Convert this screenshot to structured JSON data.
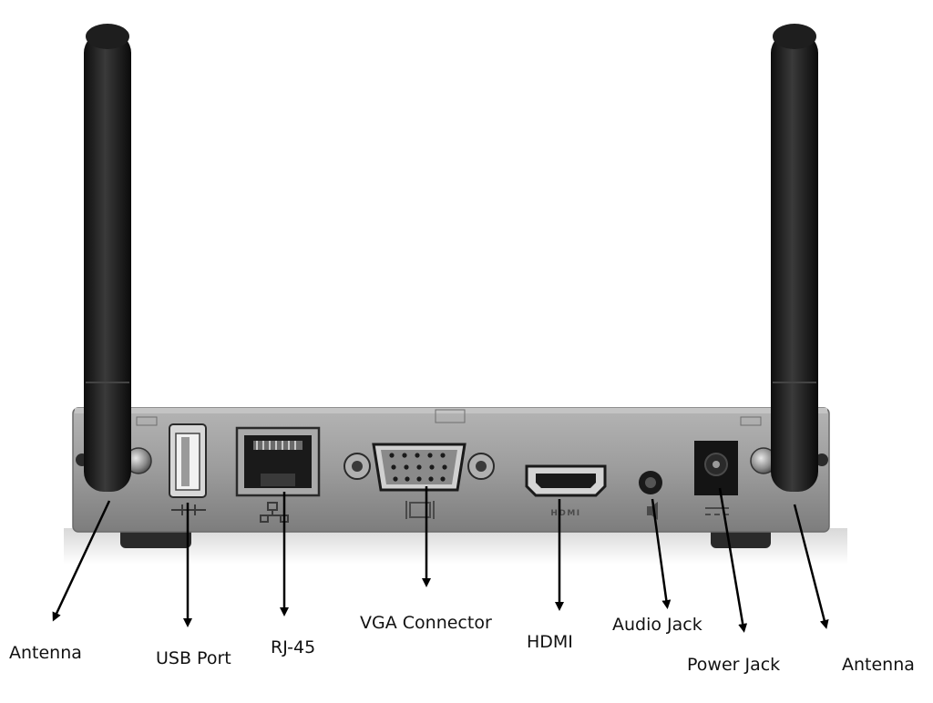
{
  "colors": {
    "background": "#ffffff",
    "chassis": "#9a9a9a",
    "chassis_dark": "#6e6e6e",
    "antenna": "#1a1a1a",
    "port_black": "#141414",
    "arrow": "#000000"
  },
  "callouts": [
    {
      "id": "antenna-left",
      "label": "Antenna"
    },
    {
      "id": "usb-port",
      "label": "USB Port"
    },
    {
      "id": "rj45",
      "label": "RJ-45"
    },
    {
      "id": "vga",
      "label": "VGA Connector"
    },
    {
      "id": "hdmi",
      "label": "HDMI"
    },
    {
      "id": "audio",
      "label": "Audio Jack"
    },
    {
      "id": "power",
      "label": "Power Jack"
    },
    {
      "id": "antenna-right",
      "label": "Antenna"
    }
  ],
  "device": {
    "hdmi_port_marking": "HDMI"
  }
}
